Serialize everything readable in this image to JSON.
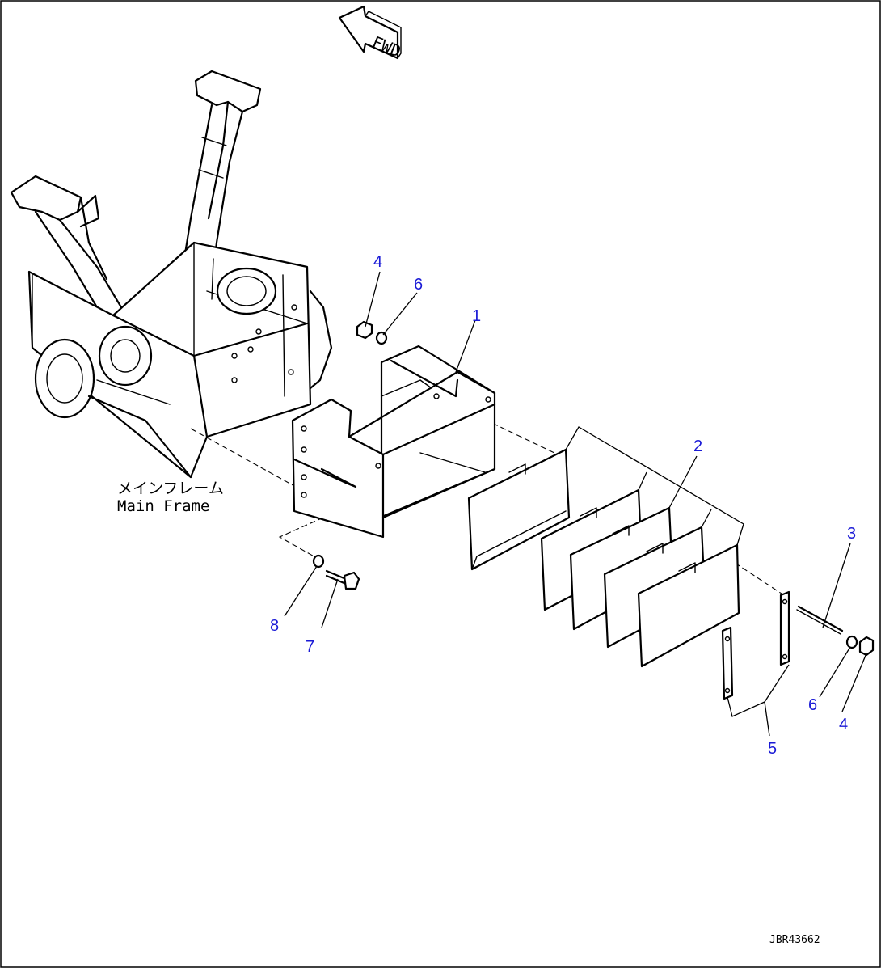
{
  "labels": {
    "fwd": "FWD",
    "main_frame_jp": "メインフレーム",
    "main_frame_en": "Main Frame",
    "drawing_code": "JBR43662"
  },
  "callouts": [
    {
      "id": "c4a",
      "text": "4"
    },
    {
      "id": "c6a",
      "text": "6"
    },
    {
      "id": "c1",
      "text": "1"
    },
    {
      "id": "c2",
      "text": "2"
    },
    {
      "id": "c3",
      "text": "3"
    },
    {
      "id": "c8",
      "text": "8"
    },
    {
      "id": "c7",
      "text": "7"
    },
    {
      "id": "c6b",
      "text": "6"
    },
    {
      "id": "c4b",
      "text": "4"
    },
    {
      "id": "c5",
      "text": "5"
    }
  ],
  "colors": {
    "callout": "#1a1ad6",
    "line": "#000000",
    "background": "#ffffff"
  }
}
